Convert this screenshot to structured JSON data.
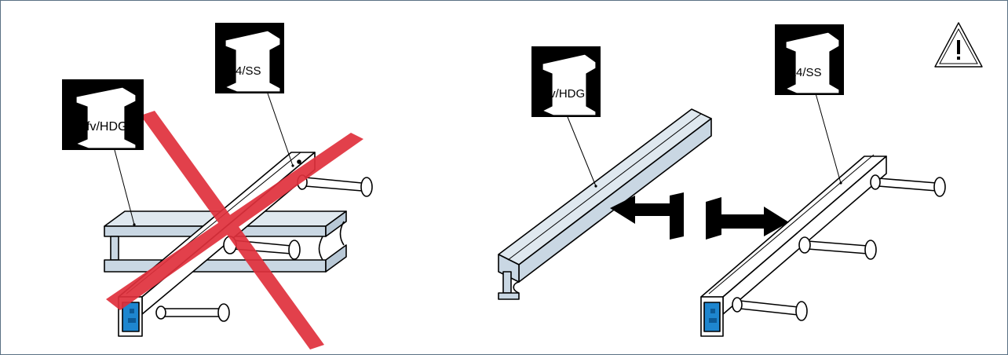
{
  "panels": {
    "incorrect": {
      "beam_material_label": "fv/HDG",
      "rail_material_label": "A4/SS"
    },
    "correct": {
      "beam_material_label": "fv/HDG",
      "rail_material_label": "A4/SS"
    }
  },
  "colors": {
    "frame_border": "#5a7184",
    "beam_fill": "#c9d7e3",
    "cross_red": "#e0303c",
    "insert_blue": "#1e86cf",
    "arrow_black": "#000000"
  },
  "icons": {
    "warning": "warning-triangle-icon",
    "cross": "prohibited-cross-icon"
  }
}
